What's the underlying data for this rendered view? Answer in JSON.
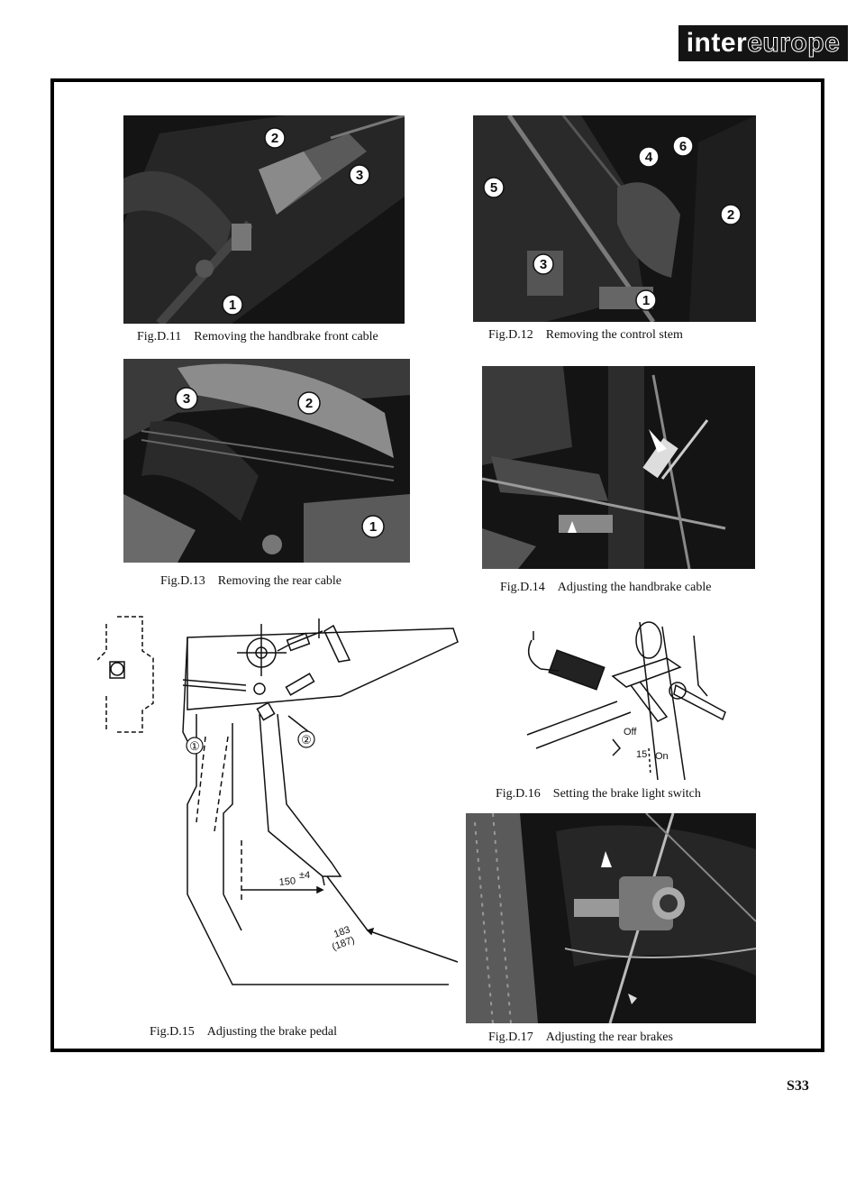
{
  "brand": {
    "part1": "inter",
    "part2": "europe"
  },
  "figures": [
    {
      "id": "fig-d11",
      "number": "Fig.D.11",
      "caption": "Removing the handbrake front cable",
      "callouts": [
        "1",
        "2",
        "3"
      ]
    },
    {
      "id": "fig-d12",
      "number": "Fig.D.12",
      "caption": "Removing the control stem",
      "callouts": [
        "1",
        "2",
        "3",
        "4",
        "5",
        "6"
      ]
    },
    {
      "id": "fig-d13",
      "number": "Fig.D.13",
      "caption": "Removing the rear cable",
      "callouts": [
        "1",
        "2",
        "3"
      ]
    },
    {
      "id": "fig-d14",
      "number": "Fig.D.14",
      "caption": "Adjusting the handbrake cable",
      "callouts": []
    },
    {
      "id": "fig-d15",
      "number": "Fig.D.15",
      "caption": "Adjusting the brake pedal",
      "callouts": [
        "①",
        "②"
      ],
      "dimensions": {
        "a": "150",
        "a_tol": "±4",
        "b": "183",
        "b_alt": "(187)"
      }
    },
    {
      "id": "fig-d16",
      "number": "Fig.D.16",
      "caption": "Setting the brake light switch",
      "labels": {
        "off": "Off",
        "on": "On",
        "gap": "15"
      }
    },
    {
      "id": "fig-d17",
      "number": "Fig.D.17",
      "caption": "Adjusting the rear brakes",
      "callouts": []
    }
  ],
  "page_number": "S33",
  "colors": {
    "photo_bg": "#141414",
    "frame": "#000000",
    "paper": "#ffffff"
  }
}
